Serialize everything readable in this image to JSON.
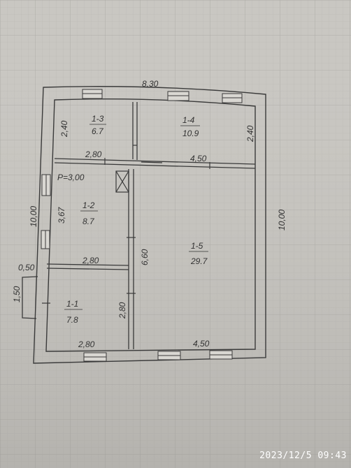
{
  "dimensions": {
    "top_width": "8,30",
    "left_top": "2,40",
    "right_top": "2,40",
    "mid_left": "2,80",
    "mid_right": "4,50",
    "perimeter_note": "P=3,00",
    "left_total": "10,00",
    "right_total": "10,00",
    "room_12_height": "3,67",
    "partition": "2,80",
    "porch_width": "0,50",
    "porch_height": "1,50",
    "central_height": "6,60",
    "room_11_height": "2,80",
    "bottom_left": "2,80",
    "bottom_right": "4,50"
  },
  "rooms": [
    {
      "id": "1-3",
      "area": "6.7"
    },
    {
      "id": "1-4",
      "area": "10.9"
    },
    {
      "id": "1-2",
      "area": "8.7"
    },
    {
      "id": "1-5",
      "area": "29.7"
    },
    {
      "id": "1-1",
      "area": "7.8"
    }
  ],
  "photo_timestamp": "2023/12/5  09:43"
}
